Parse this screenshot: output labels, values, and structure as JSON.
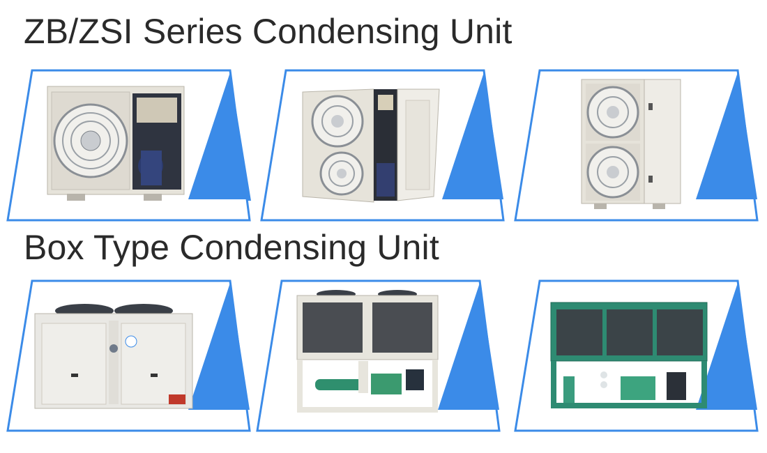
{
  "sections": [
    {
      "title": "ZB/ZSI Series Condensing Unit",
      "products": [
        {
          "kind": "single-fan-open-cabinet-unit"
        },
        {
          "kind": "double-fan-open-door-unit"
        },
        {
          "kind": "double-fan-closed-cabinet-unit"
        }
      ]
    },
    {
      "title": "Box Type Condensing Unit",
      "products": [
        {
          "kind": "top-discharge-box-unit"
        },
        {
          "kind": "grille-box-unit-beige"
        },
        {
          "kind": "grille-box-unit-green"
        }
      ]
    }
  ],
  "colors": {
    "frame_blue": "#3b8be8",
    "title_text": "#2a2a2a",
    "unit_beige": "#e6e3da",
    "unit_green": "#2e8b72",
    "fan_grey": "#8a8f95"
  }
}
